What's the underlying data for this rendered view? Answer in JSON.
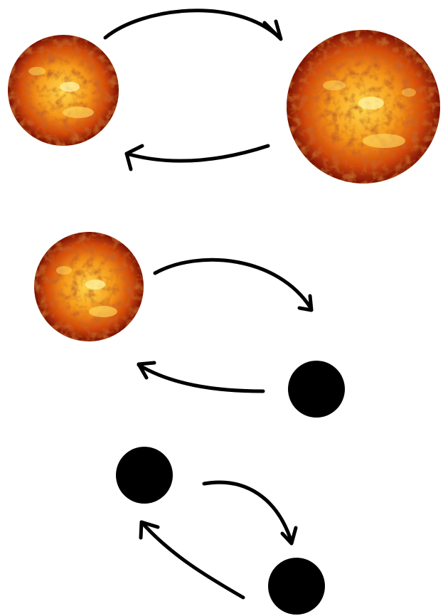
{
  "colors": {
    "background": "#ffffff",
    "arrow": "#000000",
    "black_hole": "#000000",
    "star_core": "#ffd84a",
    "star_mid": "#e8620f",
    "star_edge": "#7a1205",
    "star_flare": "#fff3a0"
  },
  "panels": [
    {
      "id": "star-star-binary",
      "objects": [
        "star",
        "star"
      ],
      "arrows": [
        "right",
        "left"
      ]
    },
    {
      "id": "star-blackhole-binary",
      "objects": [
        "star",
        "black-hole"
      ],
      "arrows": [
        "right",
        "left"
      ]
    },
    {
      "id": "blackhole-blackhole-binary",
      "objects": [
        "black-hole",
        "black-hole"
      ],
      "arrows": [
        "right",
        "left"
      ]
    }
  ]
}
